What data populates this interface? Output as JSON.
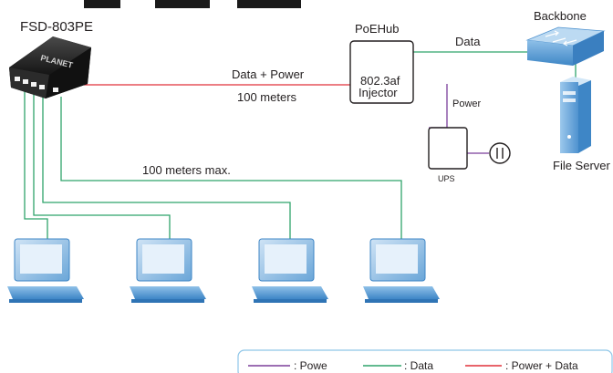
{
  "switch_label": "FSD-803PE",
  "switch_brand": "PLANET",
  "poehub": {
    "title": "PoEHub",
    "injector_line1": "802.3af",
    "injector_line2": "Injector"
  },
  "backbone_label": "Backbone",
  "file_server_label": "File Server",
  "ups_label": "UPS",
  "links": {
    "data_power": "Data + Power",
    "distance": "100 meters",
    "data": "Data",
    "power": "Power",
    "max_distance": "100 meters max."
  },
  "legend": {
    "items": [
      {
        "text": ": Powe",
        "color": "#7b3f9a"
      },
      {
        "text": ": Data",
        "color": "#2fa36b"
      },
      {
        "text": ": Power + Data",
        "color": "#e0303a"
      }
    ]
  },
  "colors": {
    "power": "#7b3f9a",
    "data": "#2fa36b",
    "power_data": "#e0303a",
    "device_blue": "#5b9bd5",
    "title_blue": "#1f5fa8"
  }
}
